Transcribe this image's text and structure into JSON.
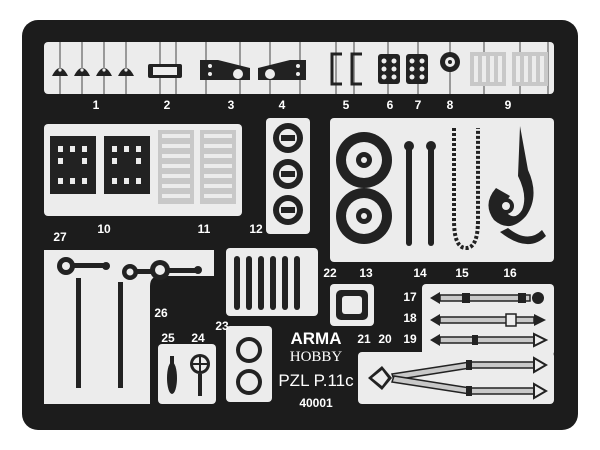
{
  "fret": {
    "brand_line1": "ARMA",
    "brand_line2": "HOBBY",
    "model": "PZL P.11c",
    "code": "40001"
  },
  "part_numbers": [
    "1",
    "2",
    "3",
    "4",
    "5",
    "6",
    "7",
    "8",
    "9",
    "10",
    "11",
    "12",
    "13",
    "14",
    "15",
    "16",
    "17",
    "18",
    "19",
    "20",
    "21",
    "22",
    "23",
    "24",
    "25",
    "26",
    "27"
  ],
  "colors": {
    "fret_frame": "#1c1c1c",
    "carrier": "#ececec",
    "part": "#222222",
    "part_light": "#c8c8c8",
    "label": "#ffffff"
  }
}
